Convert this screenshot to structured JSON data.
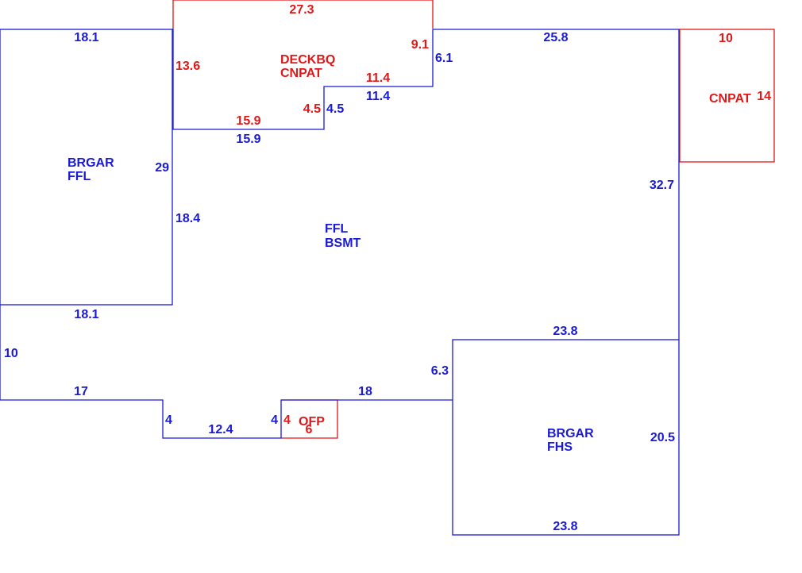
{
  "colors": {
    "main": "#1a1ad6",
    "annex": "#e01818"
  },
  "areas": {
    "deck": {
      "line1": "DECKBQ",
      "line2": "CNPAT"
    },
    "garage_left": {
      "line1": "BRGAR",
      "line2": "FFL"
    },
    "main_house": {
      "line1": "FFL",
      "line2": "BSMT"
    },
    "carport_right": {
      "line1": "CNPAT"
    },
    "porch": {
      "line1": "OFP"
    },
    "garage_bottom": {
      "line1": "BRGAR",
      "line2": "FHS"
    }
  },
  "dimensions": {
    "deck_top": "27.3",
    "deck_left": "13.6",
    "deck_right": "9.1",
    "deck_step_top": "11.4",
    "deck_step_side": "4.5",
    "deck_bottom": "15.9",
    "garage_top": "18.1",
    "garage_side": "29",
    "garage_bottom": "18.1",
    "house_top_right": "25.8",
    "house_right_notch": "6.1",
    "house_step_top": "11.4",
    "house_step_side": "4.5",
    "house_step_bottom": "15.9",
    "house_left_upper": "18.4",
    "house_right": "32.7",
    "house_left_lower": "10",
    "house_bottom_left": "17",
    "house_notch_side_left": "4",
    "house_notch_bottom": "12.4",
    "house_notch_side_right": "4",
    "house_bottom_mid": "18",
    "house_connector": "6.3",
    "carport_top": "10",
    "carport_side": "14",
    "porch_side": "4",
    "porch_bottom": "6",
    "garage2_top": "23.8",
    "garage2_side": "20.5",
    "garage2_bottom": "23.8"
  }
}
